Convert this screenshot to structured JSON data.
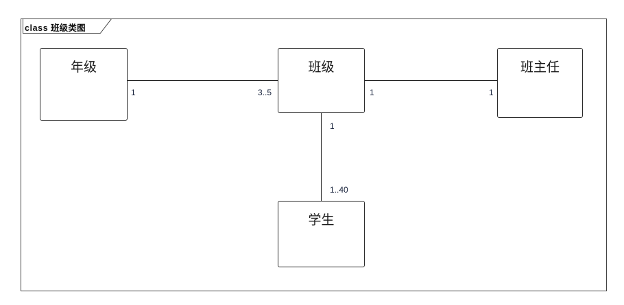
{
  "diagram": {
    "type": "uml-class-diagram",
    "frame": {
      "keyword": "class",
      "title": "班级类图",
      "label_full": "class 班级类图"
    },
    "classes": [
      {
        "id": "grade",
        "name": "年级"
      },
      {
        "id": "class",
        "name": "班级"
      },
      {
        "id": "teacher",
        "name": "班主任"
      },
      {
        "id": "student",
        "name": "学生"
      }
    ],
    "associations": [
      {
        "id": "grade-class",
        "from": "grade",
        "to": "class",
        "from_multiplicity": "1",
        "to_multiplicity": "3..5",
        "orientation": "horizontal"
      },
      {
        "id": "class-teacher",
        "from": "class",
        "to": "teacher",
        "from_multiplicity": "1",
        "to_multiplicity": "1",
        "orientation": "horizontal"
      },
      {
        "id": "class-student",
        "from": "class",
        "to": "student",
        "from_multiplicity": "1",
        "to_multiplicity": "1..40",
        "orientation": "vertical"
      }
    ],
    "colors": {
      "background": "#ffffff",
      "frame_border": "#444444",
      "box_border": "#2b2b2b",
      "line": "#1f1f1f",
      "class_name_text": "#1a1a1a",
      "multiplicity_text": "#16213a",
      "frame_label_text": "#111111"
    }
  }
}
